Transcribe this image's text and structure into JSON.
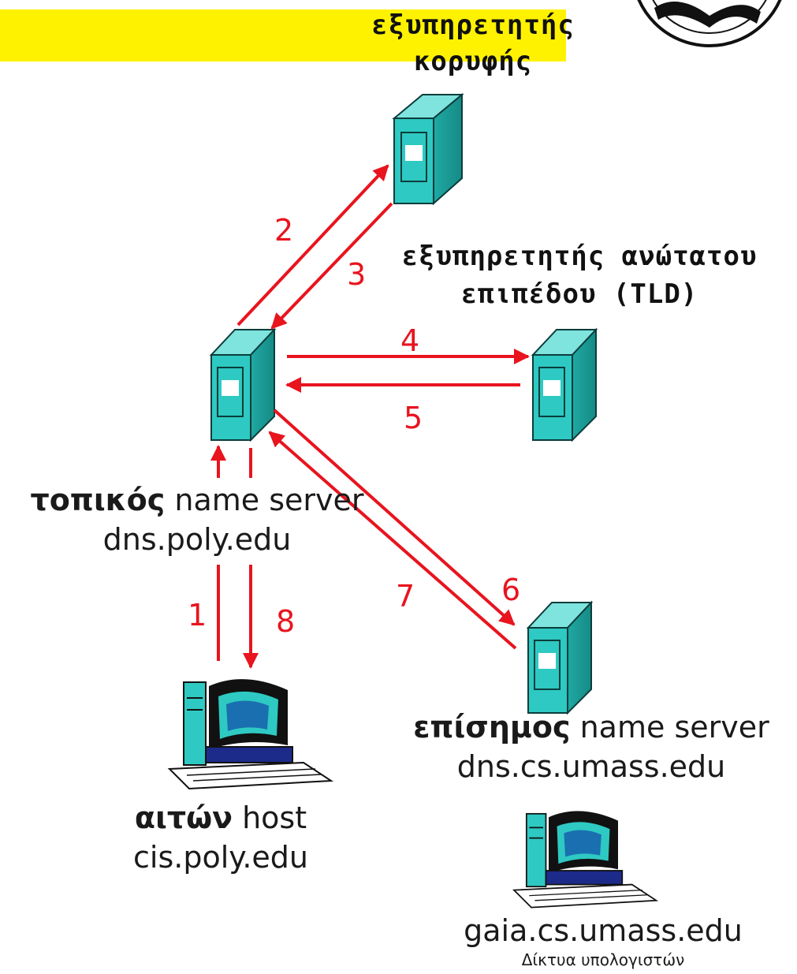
{
  "nodes": {
    "root": {
      "title_bold": "εξυπηρετητής",
      "title_bold_line2": "κορυφής"
    },
    "tld": {
      "line1": "εξυπηρετητής ανώτατου",
      "line2": "επιπέδου (TLD)"
    },
    "local": {
      "bold": "τοπικός",
      "rest": " name server",
      "host": "dns.poly.edu"
    },
    "authoritative": {
      "bold": "επίσημος",
      "rest": " name server",
      "host": "dns.cs.umass.edu"
    },
    "requester": {
      "bold": "αιτών",
      "rest": " host",
      "host": "cis.poly.edu"
    },
    "target": {
      "host": "gaia.cs.umass.edu"
    }
  },
  "steps": [
    "1",
    "2",
    "3",
    "4",
    "5",
    "6",
    "7",
    "8"
  ],
  "footer": "Δίκτυα υπολογιστών",
  "colors": {
    "arrow": "#e8141e",
    "server": "#2ec9c2",
    "highlight": "#fff200"
  }
}
